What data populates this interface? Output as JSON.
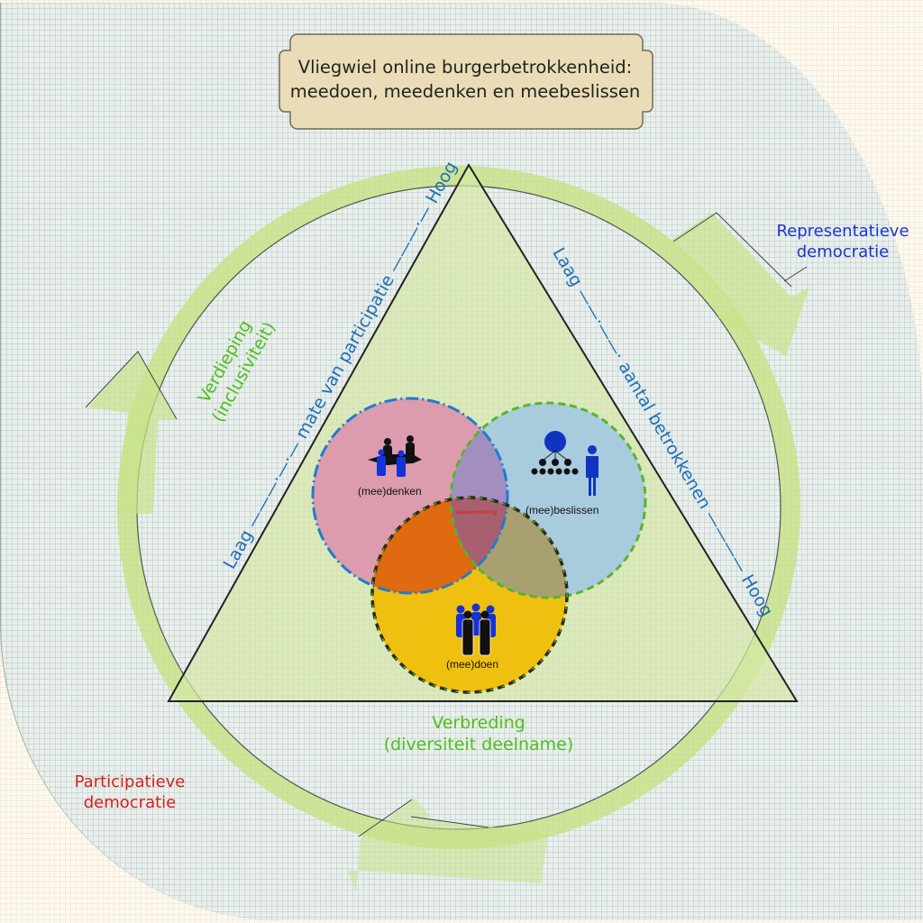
{
  "title": {
    "line1": "Vliegwiel online burgerbetrokkenheid:",
    "line2": "meedoen, meedenken en meebeslissen"
  },
  "axes": {
    "left": {
      "low": "Laag",
      "label": "mate van participatie",
      "high": "Hoog",
      "dash": "———·—·—",
      "dash2": "———·—"
    },
    "right": {
      "low": "Laag",
      "label": "aantal betrokkenen",
      "high": "Hoog",
      "dash": "——·——·",
      "dash2": "————"
    }
  },
  "dimensions": {
    "verdieping": {
      "line1": "Verdieping",
      "line2": "(inclusiviteit)"
    },
    "verbreding": {
      "line1": "Verbreding",
      "line2": "(diversiteit deelname)"
    }
  },
  "democracy": {
    "representative": {
      "line1": "Representatieve",
      "line2": "democratie"
    },
    "participative": {
      "line1": "Participatieve",
      "line2": "democratie"
    }
  },
  "venn": {
    "denken": {
      "label": "(mee)denken",
      "icon": "group-people-icon",
      "color": "#dc9cad"
    },
    "beslissen": {
      "label": "(mee)beslissen",
      "icon": "hierarchy-person-icon",
      "color": "#a9cbde"
    },
    "doen": {
      "label": "(mee)doen",
      "icon": "crowd-people-icon",
      "color": "#f0c010"
    },
    "center": {
      "label": "Samenwerking"
    }
  },
  "colors": {
    "cycle_green": "#c9e28a",
    "triangle_fill": "#dbeab8",
    "axis_blue": "#1e6fb5",
    "dimension_green": "#4fbf1e",
    "representative_blue": "#1a35d4",
    "participative_red": "#d6201f",
    "title_box": "#eadcb6"
  }
}
